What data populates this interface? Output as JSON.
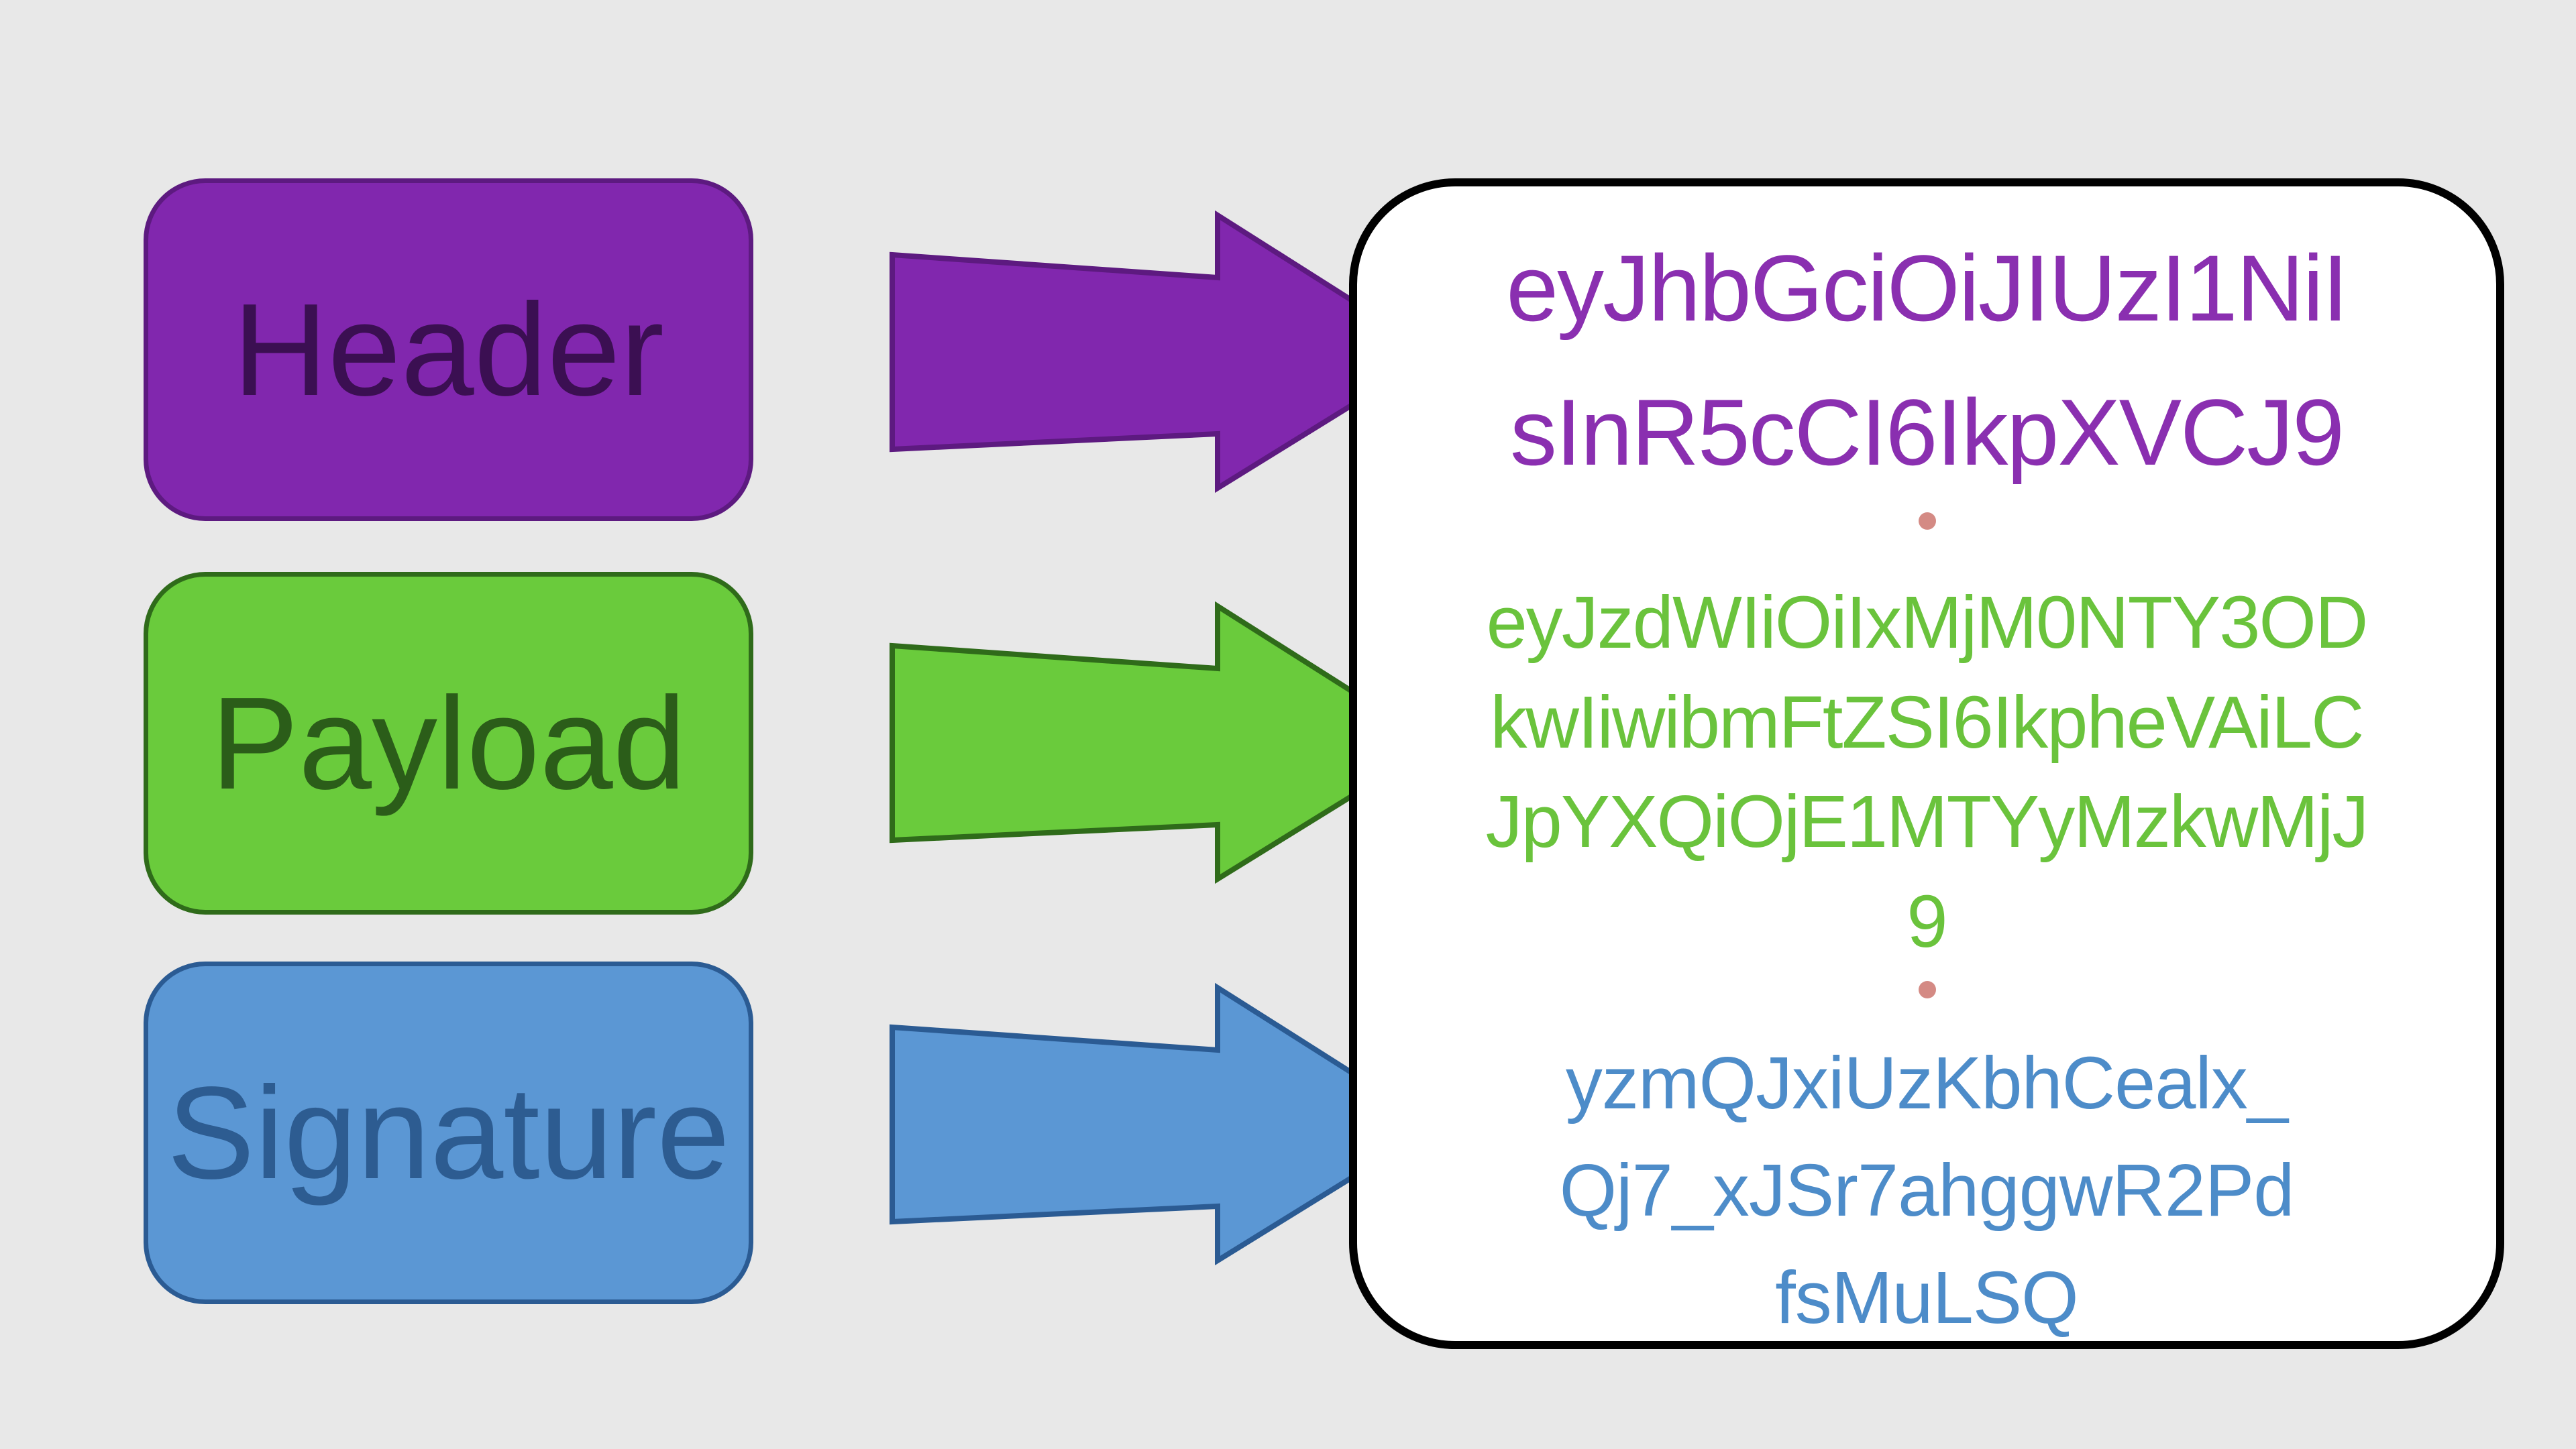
{
  "colors": {
    "background": "#e8e8e8",
    "header_fill": "#8127ae",
    "header_stroke": "#5d1a80",
    "header_text": "#3b0f52",
    "payload_fill": "#6acb3c",
    "payload_stroke": "#2f6b1a",
    "payload_text": "#2b5d19",
    "signature_fill": "#5b97d4",
    "signature_stroke": "#2b5b93",
    "signature_text": "#2d5c91",
    "token_header": "#8a2fb0",
    "token_payload": "#6ac33c",
    "token_signature": "#4d8cc9",
    "separator_dot": "#d48a84",
    "token_border": "#000000"
  },
  "parts": {
    "header_label": "Header",
    "payload_label": "Payload",
    "signature_label": "Signature"
  },
  "token": {
    "header_lines": [
      "eyJhbGciOiJIUzI1NiI",
      "sInR5cCI6IkpXVCJ9"
    ],
    "payload_lines": [
      "eyJzdWIiOiIxMjM0NTY3OD",
      "kwIiwibmFtZSI6IkpheVAiLC",
      "JpYXQiOjE1MTYyMzkwMjJ",
      "9"
    ],
    "signature_lines": [
      "yzmQJxiUzKbhCealx_",
      "Qj7_xJSr7ahggwR2Pd",
      "fsMuLSQ"
    ]
  }
}
